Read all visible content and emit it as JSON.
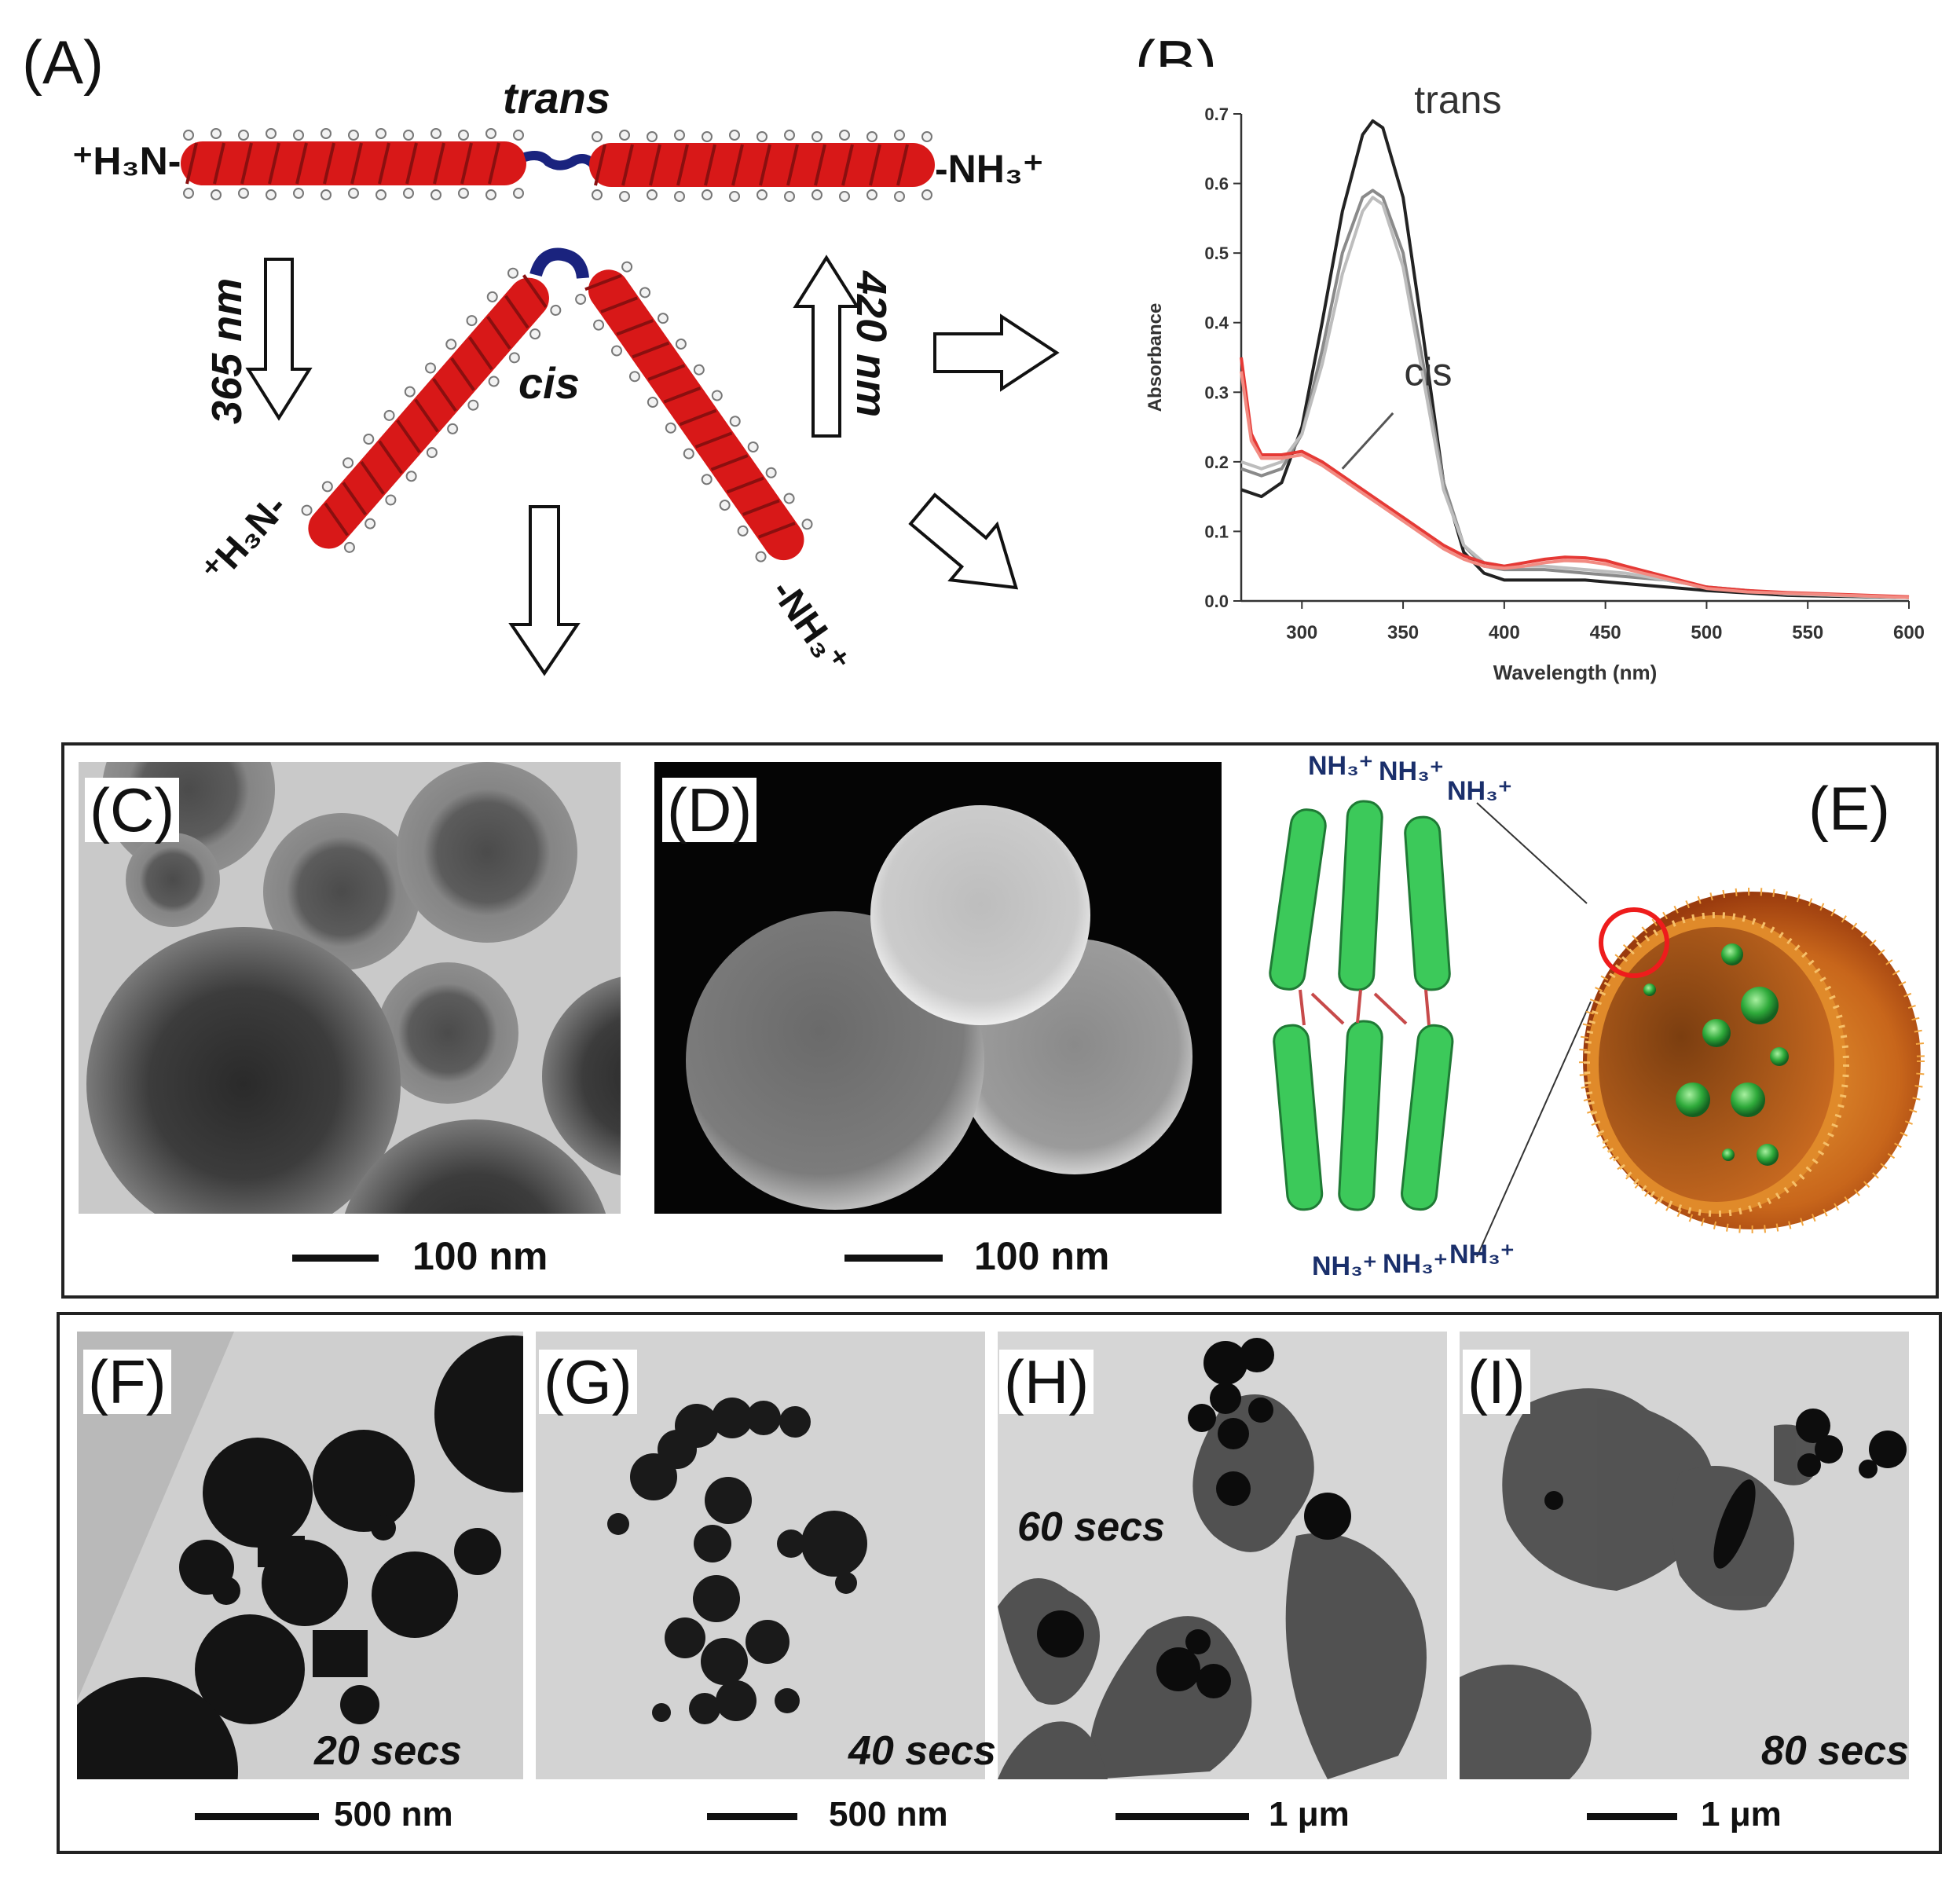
{
  "panel_labels": {
    "A": "(A)",
    "B": "(B)",
    "C": "(C)",
    "D": "(D)",
    "E": "(E)",
    "F": "(F)",
    "G": "(G)",
    "H": "(H)",
    "I": "(I)"
  },
  "panel_a": {
    "trans_label": "trans",
    "cis_label": "cis",
    "left_terminal_top": "⁺H₃N-",
    "right_terminal_top": "-NH₃⁺",
    "left_terminal_cis": "⁺H₃N-",
    "right_terminal_cis": "-NH₃⁺",
    "uv_wavelength": "365 nm",
    "vis_wavelength": "420 nm",
    "helix_color": "#d81818",
    "linker_color": "#1a237e"
  },
  "panel_e": {
    "top_ions": [
      "NH₃⁺",
      "NH₃⁺",
      "NH₃⁺"
    ],
    "bottom_ions": [
      "NH₃⁺",
      "NH₃⁺",
      "NH₃⁺"
    ],
    "helix_color": "#3cc95a",
    "vesicle_color": "#d98a1a"
  },
  "scale_bars": {
    "C": "100 nm",
    "D": "100 nm",
    "F": "500 nm",
    "G": "500 nm",
    "H": "1 μm",
    "I": "1 μm"
  },
  "time_labels": {
    "F": "20 secs",
    "G": "40 secs",
    "H": "60 secs",
    "I": "80 secs"
  },
  "chart_data": {
    "type": "line",
    "title": "",
    "xlabel": "Wavelength (nm)",
    "ylabel": "Absorbance",
    "xlim": [
      270,
      600
    ],
    "ylim": [
      0,
      0.7
    ],
    "xticks": [
      300,
      350,
      400,
      450,
      500,
      550,
      600
    ],
    "yticks": [
      0.0,
      0.1,
      0.2,
      0.3,
      0.4,
      0.5,
      0.6,
      0.7
    ],
    "annotations": [
      "trans",
      "cis"
    ],
    "grid": false,
    "series": [
      {
        "color": "#222222",
        "x": [
          270,
          280,
          290,
          300,
          310,
          320,
          330,
          335,
          340,
          350,
          360,
          370,
          380,
          390,
          400,
          420,
          440,
          460,
          480,
          500,
          540,
          600
        ],
        "y": [
          0.16,
          0.15,
          0.17,
          0.25,
          0.4,
          0.56,
          0.67,
          0.69,
          0.68,
          0.58,
          0.38,
          0.17,
          0.07,
          0.04,
          0.03,
          0.03,
          0.03,
          0.025,
          0.02,
          0.015,
          0.008,
          0.005
        ]
      },
      {
        "color": "#8a8a8a",
        "x": [
          270,
          280,
          290,
          300,
          310,
          320,
          330,
          335,
          340,
          350,
          360,
          370,
          380,
          390,
          400,
          420,
          440,
          460,
          480,
          500,
          540,
          600
        ],
        "y": [
          0.19,
          0.18,
          0.19,
          0.24,
          0.36,
          0.5,
          0.58,
          0.59,
          0.58,
          0.5,
          0.34,
          0.17,
          0.08,
          0.05,
          0.045,
          0.045,
          0.04,
          0.035,
          0.03,
          0.02,
          0.01,
          0.005
        ]
      },
      {
        "color": "#bdbdbd",
        "x": [
          270,
          280,
          290,
          300,
          310,
          320,
          330,
          335,
          340,
          350,
          360,
          370,
          380,
          390,
          400,
          420,
          440,
          460,
          480,
          500,
          540,
          600
        ],
        "y": [
          0.2,
          0.19,
          0.2,
          0.24,
          0.34,
          0.47,
          0.56,
          0.58,
          0.57,
          0.48,
          0.32,
          0.16,
          0.08,
          0.055,
          0.05,
          0.05,
          0.045,
          0.04,
          0.03,
          0.02,
          0.01,
          0.005
        ]
      },
      {
        "color": "#e53935",
        "x": [
          270,
          275,
          280,
          290,
          300,
          310,
          320,
          330,
          340,
          350,
          360,
          370,
          380,
          390,
          400,
          410,
          420,
          430,
          440,
          450,
          460,
          480,
          500,
          520,
          540,
          560,
          580,
          600
        ],
        "y": [
          0.35,
          0.24,
          0.21,
          0.21,
          0.215,
          0.2,
          0.18,
          0.16,
          0.14,
          0.12,
          0.1,
          0.08,
          0.065,
          0.055,
          0.05,
          0.055,
          0.06,
          0.063,
          0.062,
          0.058,
          0.05,
          0.035,
          0.02,
          0.015,
          0.012,
          0.01,
          0.008,
          0.006
        ]
      },
      {
        "color": "#f28b82",
        "x": [
          270,
          275,
          280,
          290,
          300,
          310,
          320,
          330,
          340,
          350,
          360,
          370,
          380,
          390,
          400,
          410,
          420,
          430,
          440,
          450,
          460,
          480,
          500,
          520,
          540,
          560,
          580,
          600
        ],
        "y": [
          0.33,
          0.23,
          0.205,
          0.205,
          0.21,
          0.195,
          0.175,
          0.155,
          0.135,
          0.115,
          0.095,
          0.075,
          0.06,
          0.05,
          0.047,
          0.05,
          0.055,
          0.058,
          0.057,
          0.053,
          0.046,
          0.032,
          0.018,
          0.013,
          0.011,
          0.009,
          0.007,
          0.005
        ]
      }
    ]
  }
}
